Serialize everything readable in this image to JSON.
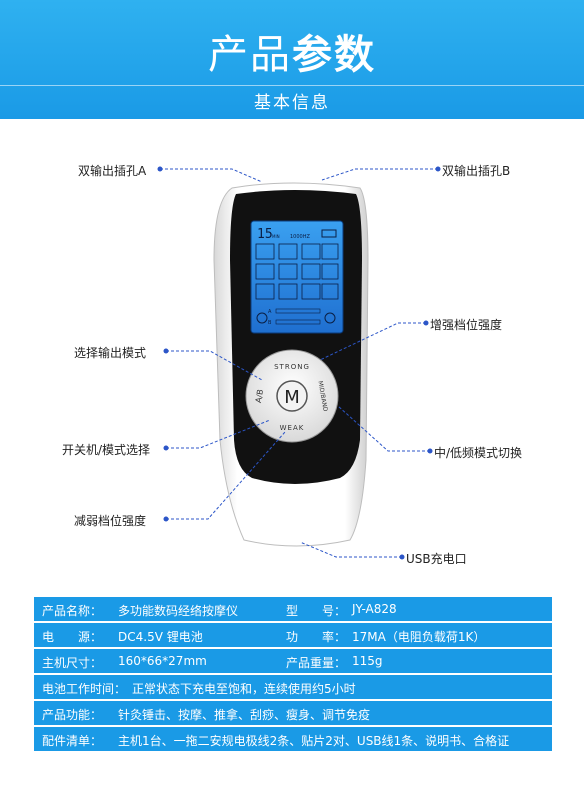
{
  "header": {
    "title_part1": "产品",
    "title_part2": "参数",
    "subtitle": "基本信息"
  },
  "labels": {
    "out_a": "双输出插孔A",
    "out_b": "双输出插孔B",
    "strong": "增强档位强度",
    "select_mode": "选择输出模式",
    "power": "开关机/模式选择",
    "mid_low": "中/低频模式切换",
    "weaken": "减弱档位强度",
    "usb": "USB充电口"
  },
  "device": {
    "lcd_number": "15",
    "lcd_min": "MIN",
    "lcd_freq": "1000HZ",
    "button_center": "M",
    "button_top": "STRONG",
    "button_right": "MID/BAND",
    "button_bottom": "WEAK",
    "button_left": "A/B",
    "lcd_a": "A",
    "lcd_b": "B"
  },
  "specs": [
    {
      "k1": "产品名称：",
      "v1": "多功能数码经络按摩仪",
      "k2": "型　　号：",
      "v2": "JY-A828"
    },
    {
      "k1": "电　　源：",
      "v1": "DC4.5V 锂电池",
      "k2": "功　　率：",
      "v2": "17MA（电阻负载荷1K）"
    },
    {
      "k1": "主机尺寸：",
      "v1": "160*66*27mm",
      "k2": "产品重量：",
      "v2": "115g"
    },
    {
      "k1": "电池工作时间：",
      "v1": "正常状态下充电至饱和，连续使用约5小时"
    },
    {
      "k1": "产品功能：",
      "v1": "针灸锤击、按摩、推拿、刮痧、瘦身、调节免疫"
    },
    {
      "k1": "配件清单：",
      "v1": "主机1台、一拖二安规电极线2条、贴片2对、USB线1条、说明书、合格证"
    }
  ]
}
